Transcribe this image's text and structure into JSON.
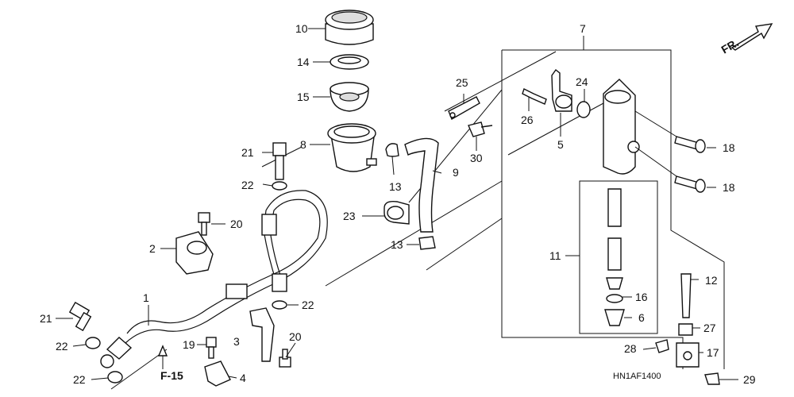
{
  "labels": {
    "p1": "1",
    "p2": "2",
    "p3": "3",
    "p4": "4",
    "p5": "5",
    "p6": "6",
    "p7": "7",
    "p8": "8",
    "p9": "9",
    "p10": "10",
    "p11": "11",
    "p12": "12",
    "p13a": "13",
    "p13b": "13",
    "p14": "14",
    "p15": "15",
    "p16": "16",
    "p17": "17",
    "p18a": "18",
    "p18b": "18",
    "p19": "19",
    "p20a": "20",
    "p20b": "20",
    "p21a": "21",
    "p21b": "21",
    "p22a": "22",
    "p22b": "22",
    "p22c": "22",
    "p22d": "22",
    "p23": "23",
    "p24": "24",
    "p25": "25",
    "p26": "26",
    "p27": "27",
    "p28": "28",
    "p29": "29",
    "p30": "30"
  },
  "ref": "F-15",
  "direction": "FR.",
  "diagram_code": "HN1AF1400"
}
